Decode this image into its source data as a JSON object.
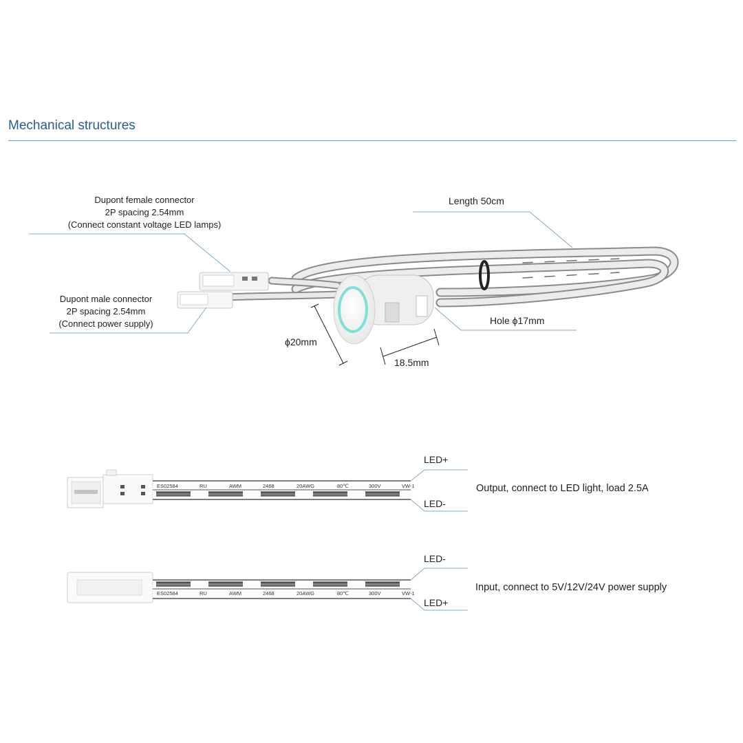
{
  "section_title": "Mechanical structures",
  "top_diagram": {
    "female_connector": {
      "line1": "Dupont female connector",
      "line2": "2P spacing 2.54mm",
      "line3": "(Connect constant voltage LED lamps)"
    },
    "male_connector": {
      "line1": "Dupont male connector",
      "line2": "2P spacing 2.54mm",
      "line3": "(Connect power supply)"
    },
    "length": "Length 50cm",
    "hole": "Hole ϕ17mm",
    "diameter": "ϕ20mm",
    "depth": "18.5mm"
  },
  "cable_print": [
    "ES02584",
    "RU",
    "AWM",
    "2468",
    "20AWG",
    "80℃",
    "300V",
    "VW-1"
  ],
  "output_cable": {
    "top_pin": "LED+",
    "bottom_pin": "LED-",
    "description": "Output, connect to LED light, load 2.5A"
  },
  "input_cable": {
    "top_pin": "LED-",
    "bottom_pin": "LED+",
    "description": "Input, connect to 5V/12V/24V power supply"
  },
  "colors": {
    "title": "#1f5f95",
    "rule": "#6a9cc6",
    "leader": "#7fa8c9",
    "ring": "#7fe0d8"
  }
}
